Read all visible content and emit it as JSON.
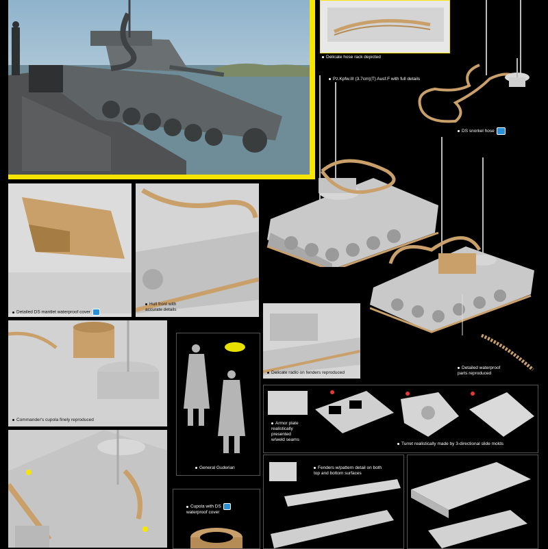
{
  "captions": {
    "hose_rack": "Delicate hose rack depicted",
    "model_name": "Pz.Kpfw.III (3.7cm)(T) Ausf.F with full details",
    "snorkel_hose": "DS snorkel hose",
    "mantlet_cover": "Detailed DS mantlet waterproof cover",
    "hull_front_1": "Hull front with",
    "hull_front_2": "accurate details",
    "radio": "Delicate radio on fenders reproduced",
    "waterproof_parts_1": "Detailed waterproof",
    "waterproof_parts_2": "parts reproduced",
    "cupola": "Commander's cupola finely reproduced",
    "armor_plate_1": "Armor plate",
    "armor_plate_2": "realistically",
    "armor_plate_3": "presented",
    "armor_plate_4": "w/weld seams",
    "turret": "Turret realistically made by 3-directional slide molds",
    "guderian": "General Guderian",
    "cupola_ds_1": "Cupola with DS",
    "cupola_ds_2": "waterproof cover",
    "fenders_1": "Fenders w/pattern detail on both",
    "fenders_2": "top and bottom surfaces"
  },
  "colors": {
    "frame": "#f5e500",
    "background": "#000000",
    "model_grey": "#c9c9c9",
    "hose_tan": "#c9a06a",
    "badge_blue": "#2a8fd6"
  },
  "icons": [
    "ds-badge-icon",
    "bullet-dot-icon"
  ]
}
